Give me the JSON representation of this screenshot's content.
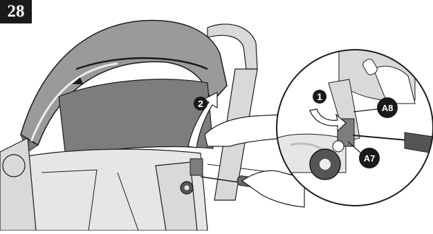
{
  "step": {
    "number": "28"
  },
  "callouts": {
    "step_one": "1",
    "step_two": "2",
    "part_a8": "A8",
    "part_a7": "A7"
  },
  "colors": {
    "fabric": "#9a9a9a",
    "fabric_dark": "#7d7d7d",
    "frame": "#d9d9d9",
    "outline": "#1a1a1a",
    "badge": "#1a1a1a"
  },
  "icons": {
    "screwdriver": "screwdriver-icon",
    "arrow_up": "curved-arrow-up-icon",
    "arrow_rotate": "rotate-arrow-icon"
  }
}
